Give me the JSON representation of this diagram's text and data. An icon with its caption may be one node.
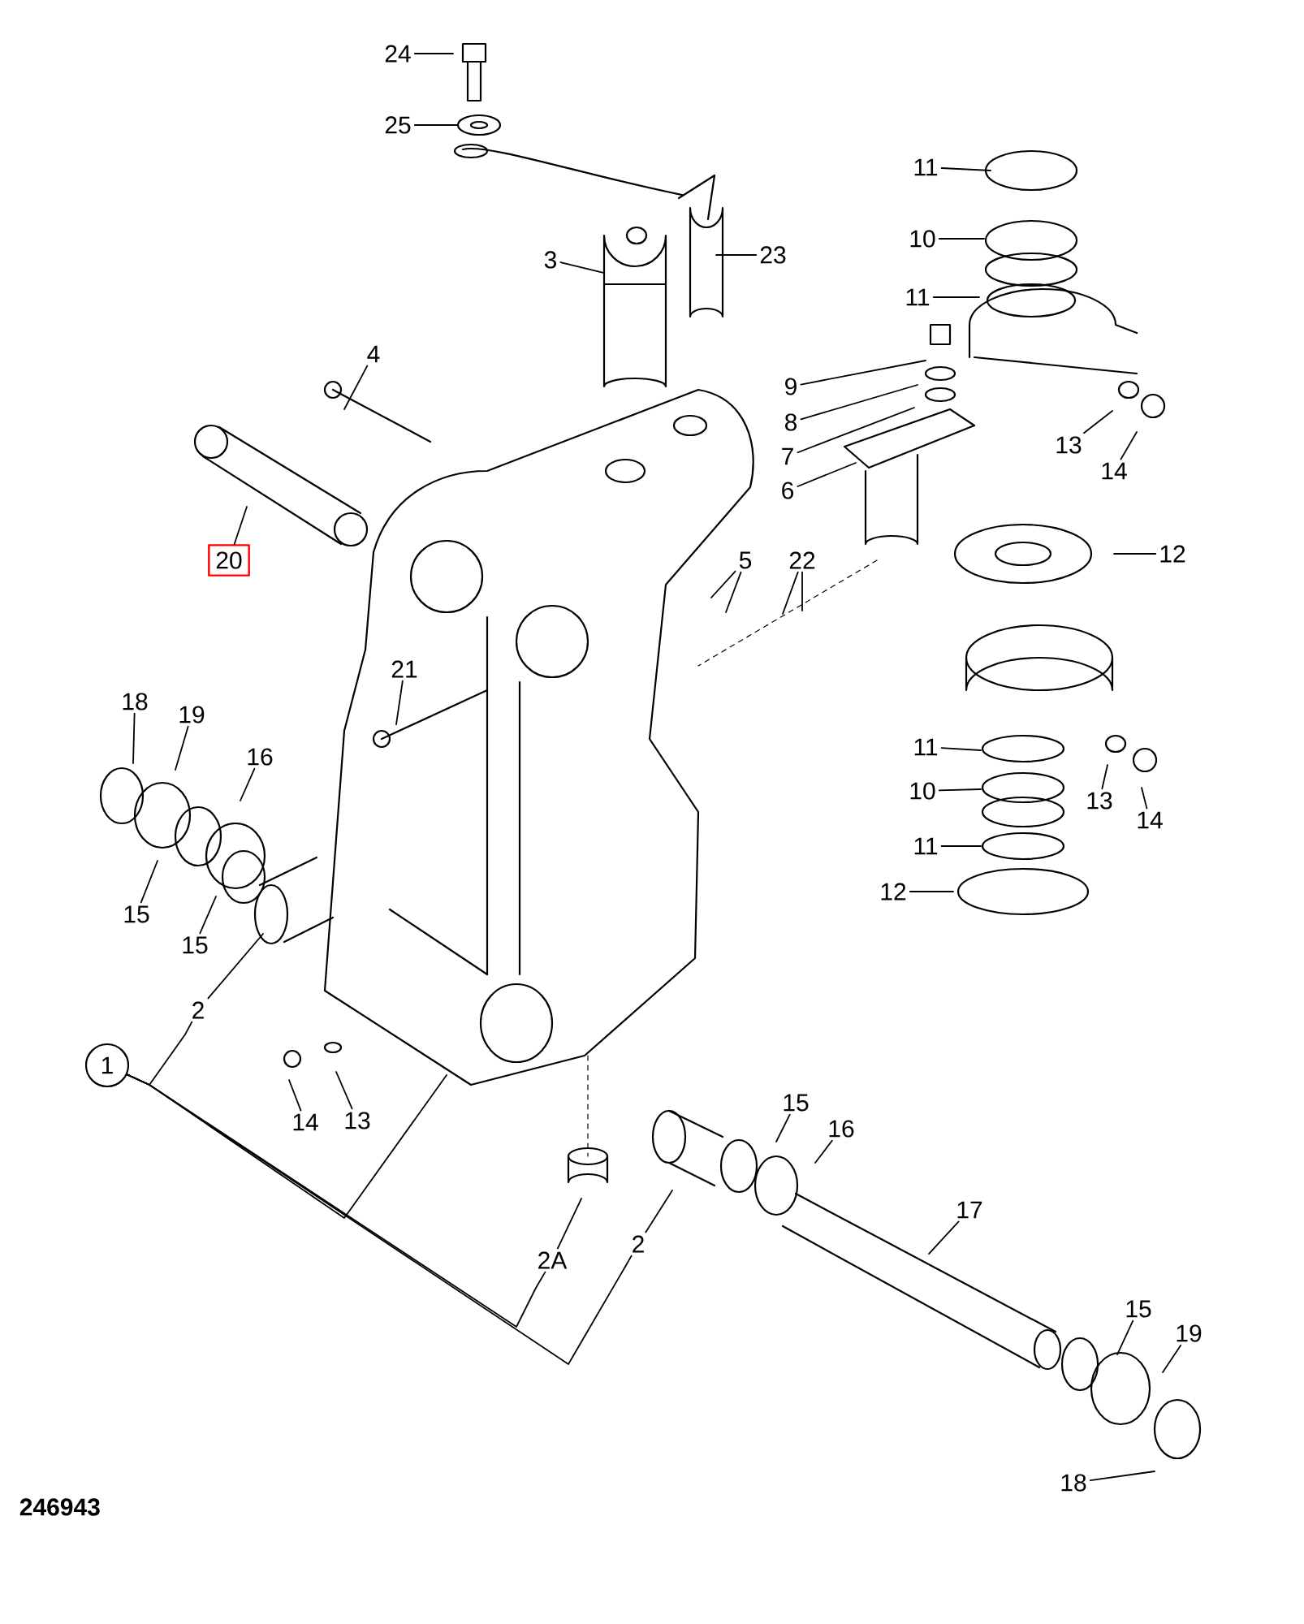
{
  "diagram": {
    "nodes": [
      {
        "text": [
          "24"
        ]
      },
      {
        "text": [
          "25"
        ]
      },
      {
        "text": [
          "11"
        ]
      },
      {
        "text": [
          "10"
        ]
      },
      {
        "text": [
          "3"
        ]
      },
      {
        "text": [
          "23"
        ]
      },
      {
        "text": [
          "11"
        ]
      },
      {
        "text": [
          "4"
        ]
      },
      {
        "text": [
          "9"
        ]
      },
      {
        "text": [
          "8"
        ]
      },
      {
        "text": [
          "7"
        ]
      },
      {
        "text": [
          "6"
        ]
      },
      {
        "text": [
          "13"
        ]
      },
      {
        "text": [
          "14"
        ]
      },
      {
        "text": [
          "20"
        ]
      },
      {
        "text": [
          "12"
        ]
      },
      {
        "text": [
          "5"
        ]
      },
      {
        "text": [
          "22"
        ]
      },
      {
        "text": [
          "21"
        ]
      },
      {
        "text": [
          "18"
        ]
      },
      {
        "text": [
          "19"
        ]
      },
      {
        "text": [
          "16"
        ]
      },
      {
        "text": [
          "11"
        ]
      },
      {
        "text": [
          "10"
        ]
      },
      {
        "text": [
          "13"
        ]
      },
      {
        "text": [
          "14"
        ]
      },
      {
        "text": [
          "11"
        ]
      },
      {
        "text": [
          "15"
        ]
      },
      {
        "text": [
          "15"
        ]
      },
      {
        "text": [
          "12"
        ]
      },
      {
        "text": [
          "2"
        ]
      },
      {
        "text": [
          "1"
        ]
      },
      {
        "text": [
          "14"
        ]
      },
      {
        "text": [
          "13"
        ]
      },
      {
        "text": [
          "15"
        ]
      },
      {
        "text": [
          "16"
        ]
      },
      {
        "text": [
          "17"
        ]
      },
      {
        "text": [
          "2A"
        ]
      },
      {
        "text": [
          "2"
        ]
      },
      {
        "text": [
          "15"
        ]
      },
      {
        "text": [
          "19"
        ]
      },
      {
        "text": [
          "18"
        ]
      }
    ],
    "edges": [
      {
        "from": 0,
        "to": null,
        "arrow": "none"
      },
      {
        "from": 1,
        "to": null,
        "arrow": "none"
      },
      {
        "from": 2,
        "to": null,
        "arrow": "none"
      },
      {
        "from": 3,
        "to": null,
        "arrow": "none"
      },
      {
        "from": 4,
        "to": null,
        "arrow": "none"
      },
      {
        "from": 5,
        "to": null,
        "arrow": "none"
      },
      {
        "from": 6,
        "to": null,
        "arrow": "none"
      },
      {
        "from": 7,
        "to": null,
        "arrow": "none"
      },
      {
        "from": 8,
        "to": null,
        "arrow": "none"
      },
      {
        "from": 9,
        "to": null,
        "arrow": "none"
      },
      {
        "from": 10,
        "to": null,
        "arrow": "none"
      },
      {
        "from": 11,
        "to": null,
        "arrow": "none"
      },
      {
        "from": 12,
        "to": null,
        "arrow": "none"
      },
      {
        "from": 13,
        "to": null,
        "arrow": "none"
      },
      {
        "from": 14,
        "to": null,
        "arrow": "none"
      },
      {
        "from": 15,
        "to": null,
        "arrow": "none"
      },
      {
        "from": 16,
        "to": null,
        "arrow": "none"
      },
      {
        "from": 16,
        "to": null,
        "arrow": "none"
      },
      {
        "from": 17,
        "to": null,
        "arrow": "none"
      },
      {
        "from": 17,
        "to": null,
        "arrow": "none"
      },
      {
        "from": 18,
        "to": null,
        "arrow": "none"
      },
      {
        "from": 19,
        "to": null,
        "arrow": "none"
      },
      {
        "from": 20,
        "to": null,
        "arrow": "none"
      },
      {
        "from": 21,
        "to": null,
        "arrow": "none"
      },
      {
        "from": 22,
        "to": null,
        "arrow": "none"
      },
      {
        "from": 23,
        "to": null,
        "arrow": "none"
      },
      {
        "from": 24,
        "to": null,
        "arrow": "none"
      },
      {
        "from": 25,
        "to": null,
        "arrow": "none"
      },
      {
        "from": 26,
        "to": null,
        "arrow": "none"
      },
      {
        "from": 27,
        "to": null,
        "arrow": "none"
      },
      {
        "from": 28,
        "to": null,
        "arrow": "none"
      },
      {
        "from": 29,
        "to": null,
        "arrow": "none"
      },
      {
        "from": 30,
        "to": null,
        "arrow": "none"
      },
      {
        "from": 31,
        "to": 30,
        "arrow": "none"
      },
      {
        "from": 31,
        "to": null,
        "arrow": "none"
      },
      {
        "from": 31,
        "to": 37,
        "arrow": "none"
      },
      {
        "from": 31,
        "to": 38,
        "arrow": "none"
      },
      {
        "from": 32,
        "to": null,
        "arrow": "none"
      },
      {
        "from": 33,
        "to": null,
        "arrow": "none"
      },
      {
        "from": 34,
        "to": null,
        "arrow": "none"
      },
      {
        "from": 35,
        "to": null,
        "arrow": "none"
      },
      {
        "from": 36,
        "to": null,
        "arrow": "none"
      },
      {
        "from": 37,
        "to": null,
        "arrow": "none"
      },
      {
        "from": 38,
        "to": null,
        "arrow": "none"
      },
      {
        "from": 39,
        "to": null,
        "arrow": "none"
      },
      {
        "from": 40,
        "to": null,
        "arrow": "none"
      },
      {
        "from": 41,
        "to": null,
        "arrow": "none"
      }
    ],
    "labels": [
      "246943"
    ]
  }
}
